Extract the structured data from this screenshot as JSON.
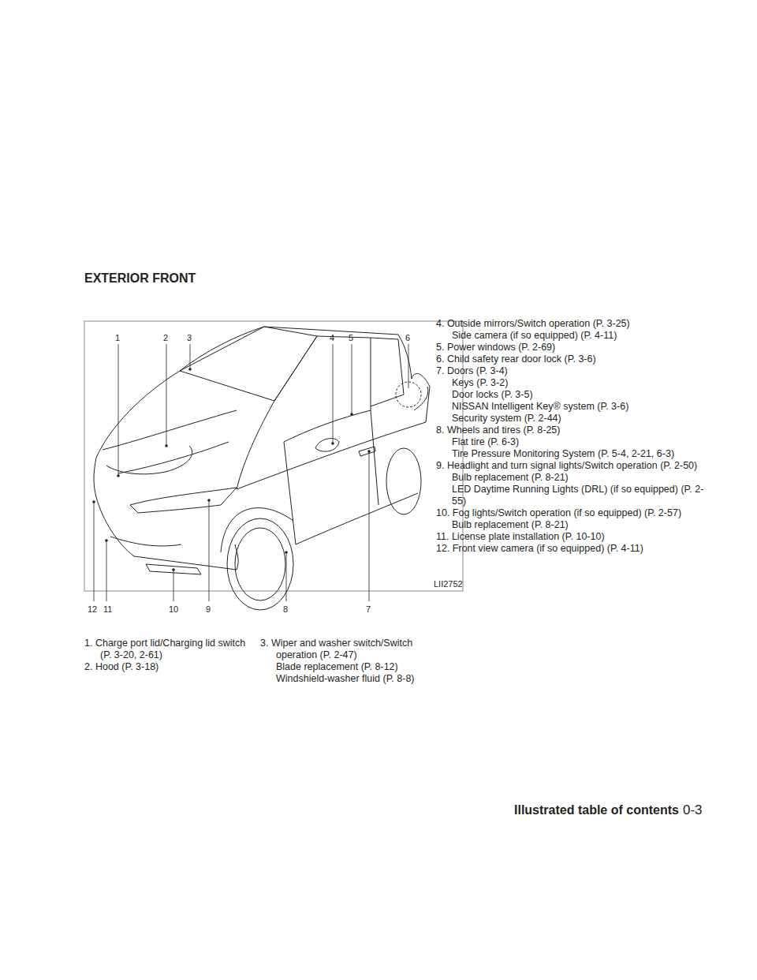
{
  "diagram": {
    "title": "EXTERIOR FRONT",
    "labels": [
      "1",
      "2",
      "3",
      "4",
      "5",
      "6",
      "12",
      "11",
      "10",
      "9",
      "8",
      "7",
      "LII2752",
      "1. Charge port lid/Charging lid switch (P. 3-20, 2-61)",
      "2. Hood (P. 3-18)",
      "3. Wiper and washer switch/Switch operation (P. 2-47)",
      "Blade replacement (P. 8-12)",
      "Windshield-washer fluid (P. 8-8)",
      "4. Outside mirrors/Switch operation (P. 3-25)",
      "Side camera (if so equipped) (P. 4-11)",
      "5. Power windows (P. 2-69)",
      "6. Child safety rear door lock (P. 3-6)",
      "7. Doors (P. 3-4)",
      "Keys (P. 3-2)",
      "Door locks (P. 3-5)",
      "NISSAN Intelligent Key® system (P. 3-6)",
      "Security system (P. 2-44)",
      "8. Wheels and tires (P. 8-25)",
      "Flat tire (P. 6-3)",
      "Tire Pressure Monitoring System (P. 5-4, 2-21, 6-3)",
      "9. Headlight and turn signal lights/Switch operation (P. 2-50)",
      "Bulb replacement (P. 8-21)",
      "LED Daytime Running Lights (DRL) (if so equipped) (P. 2-55)",
      "10. Fog lights/Switch operation (if so equipped) (P. 2-57)",
      "Bulb replacement (P. 8-21)",
      "11. License plate installation (P. 10-10)",
      "12. Front view camera (if so equipped) (P. 4-11)",
      "Illustrated table of contents",
      "0-3"
    ]
  }
}
